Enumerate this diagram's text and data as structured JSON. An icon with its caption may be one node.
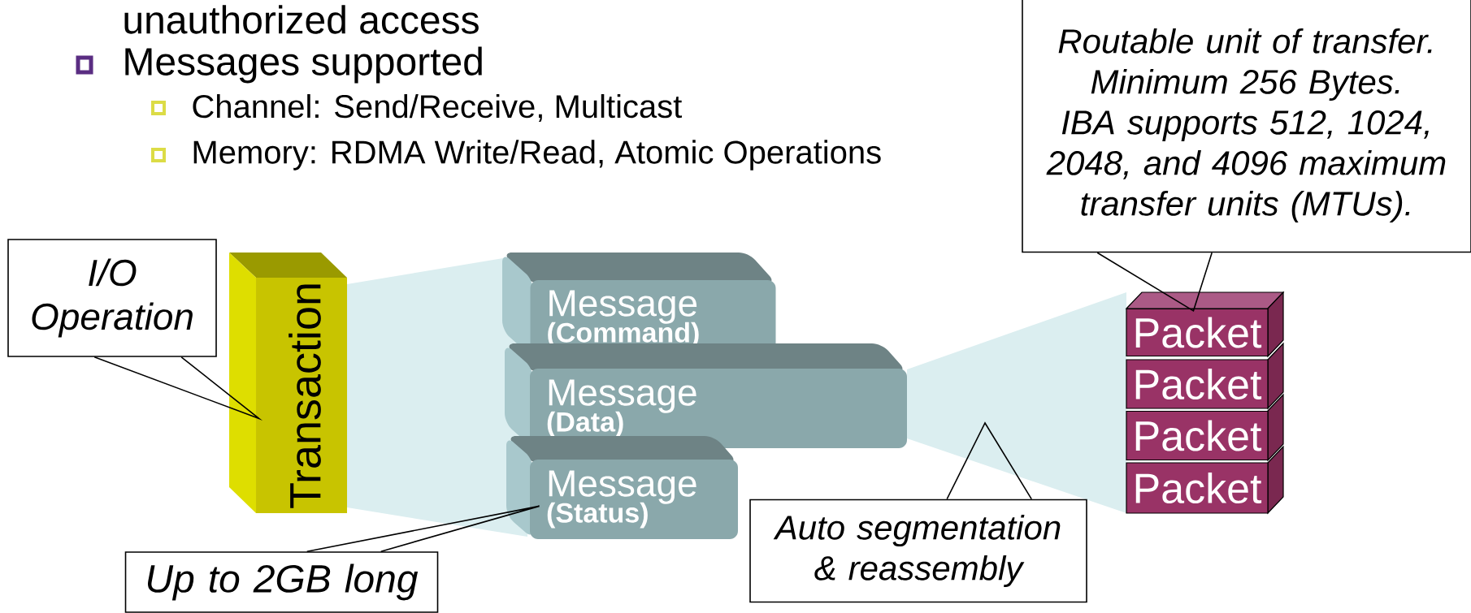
{
  "diagram": {
    "nodes": [
      {
        "text": [
          "I/O Operation"
        ]
      },
      {
        "text": [
          "Transaction"
        ]
      },
      {
        "text": [
          "Message",
          "(Command)"
        ]
      },
      {
        "text": [
          "Message",
          "(Data)"
        ]
      },
      {
        "text": [
          "Message",
          "(Status)"
        ]
      },
      {
        "text": [
          "Up to 2GB long"
        ]
      },
      {
        "text": [
          "Auto segmentation & reassembly"
        ]
      },
      {
        "text": [
          "Routable unit of transfer. Minimum 256 Bytes. IBA supports 512, 1024, 2048, and 4096 maximum transfer units (MTUs)."
        ]
      },
      {
        "text": [
          "Packet"
        ]
      },
      {
        "text": [
          "Packet"
        ]
      },
      {
        "text": [
          "Packet"
        ]
      },
      {
        "text": [
          "Packet"
        ]
      }
    ],
    "edges": [
      {
        "from": 0,
        "to": 1,
        "arrow": "none"
      },
      {
        "from": 5,
        "to": 4,
        "arrow": "none"
      },
      {
        "from": 6,
        "to": null,
        "arrow": "none"
      },
      {
        "from": 7,
        "to": 8,
        "arrow": "none"
      }
    ],
    "labels": [
      "unauthorized access",
      "Messages supported",
      "Channel: Send/Receive, Multicast",
      "Memory: RDMA Write/Read, Atomic Operations"
    ]
  }
}
